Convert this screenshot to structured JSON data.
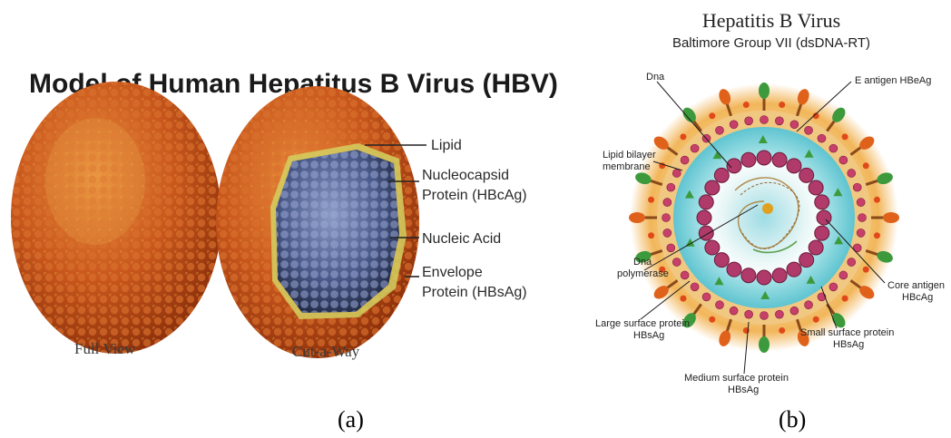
{
  "panel_a": {
    "title": "Model of Human Hepatitus B Virus (HBV)",
    "labels": {
      "lipid": "Lipid",
      "nucleocapsid_1": "Nucleocapsid",
      "nucleocapsid_2": "Protein (HBcAg)",
      "nucleic_acid": "Nucleic Acid",
      "envelope_1": "Envelope",
      "envelope_2": "Protein (HBsAg)",
      "full_view": "Full View",
      "cut_a_way": "Cut-a-Way"
    },
    "caption": "(a)"
  },
  "panel_b": {
    "title": "Hepatitis B Virus",
    "subtitle": "Baltimore Group VII (dsDNA-RT)",
    "labels": {
      "dna": "Dna",
      "e_antigen": "E antigen HBeAg",
      "lipid_1": "Lipid bilayer",
      "lipid_2": "membrane",
      "dna_pol_1": "Dna",
      "dna_pol_2": "polymerase",
      "core_1": "Core antigen",
      "core_2": "HBcAg",
      "large_1": "Large surface protein",
      "large_2": "HBsAg",
      "small_1": "Small surface protein",
      "small_2": "HBsAg",
      "medium_1": "Medium surface protein",
      "medium_2": "HBsAg"
    },
    "caption": "(b)"
  },
  "colors": {
    "envelope_orange": "#c85a1c",
    "core_blue": "#4a5a8a",
    "capsomer_pink": "#b03a6a",
    "cyan_core": "#8ed8e0",
    "spike_green": "#3c9a3c",
    "spike_orange": "#e0621a"
  }
}
